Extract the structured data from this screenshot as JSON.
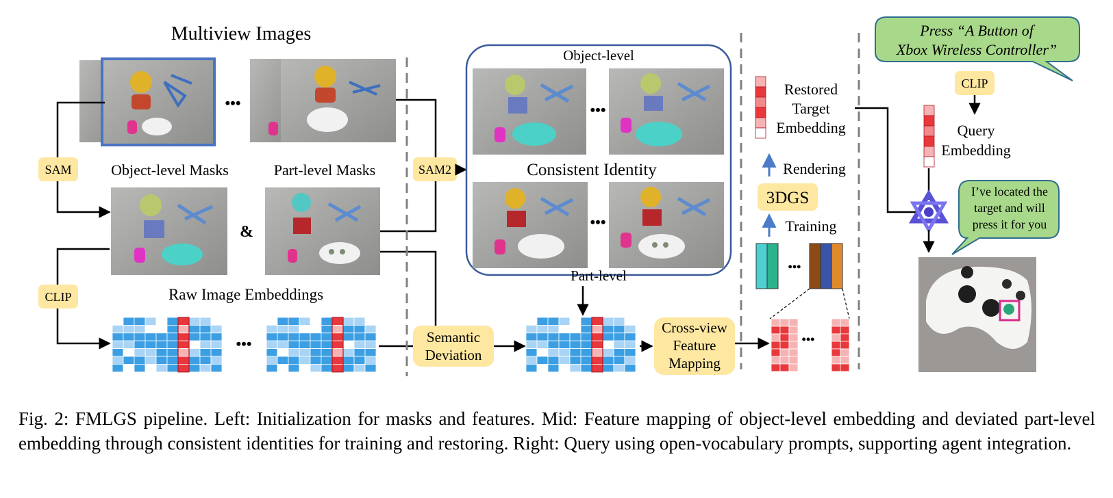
{
  "figure": {
    "multiview_title": "Multiview Images",
    "object_masks_label": "Object-level Masks",
    "part_masks_label": "Part-level Masks",
    "ampersand": "&",
    "raw_embeddings_label": "Raw Image Embeddings",
    "sam_tag": "SAM",
    "clip_tag_left": "CLIP",
    "sam2_tag": "SAM2",
    "ellipsis": "•••",
    "object_level_label": "Object-level",
    "consistent_identity_label": "Consistent Identity",
    "part_level_label": "Part-level",
    "semantic_deviation": [
      "Semantic",
      "Deviation"
    ],
    "cross_view_mapping": [
      "Cross-view",
      "Feature",
      "Mapping"
    ],
    "restored_target": [
      "Restored",
      "Target",
      "Embedding"
    ],
    "rendering_label": "Rendering",
    "gs_label": "3DGS",
    "training_label": "Training",
    "query_bubble": [
      "Press “A Button of",
      "Xbox Wireless Controller”"
    ],
    "clip_tag_right": "CLIP",
    "query_embedding": [
      "Query",
      "Embedding"
    ],
    "agent_bubble": [
      "I’ve located the",
      "target and will",
      "press it for you"
    ]
  },
  "colors": {
    "tag_fill": "#fde7a1",
    "box_border": "#3a5a9a",
    "grid_blue": "#3d9fe3",
    "grid_light": "#a9d4f5",
    "embed_red": "#e8383b",
    "bubble_green": "#a8d88a",
    "bubble_border": "#2e6e8e",
    "arrow_blue": "#4a7cc9"
  },
  "caption": {
    "text": "Fig. 2: FMLGS pipeline. Left: Initialization for masks and features. Mid: Feature mapping of object-level embedding and deviated part-level embedding through consistent identities for training and restoring. Right: Query using open-vocabulary prompts, supporting agent integration."
  }
}
